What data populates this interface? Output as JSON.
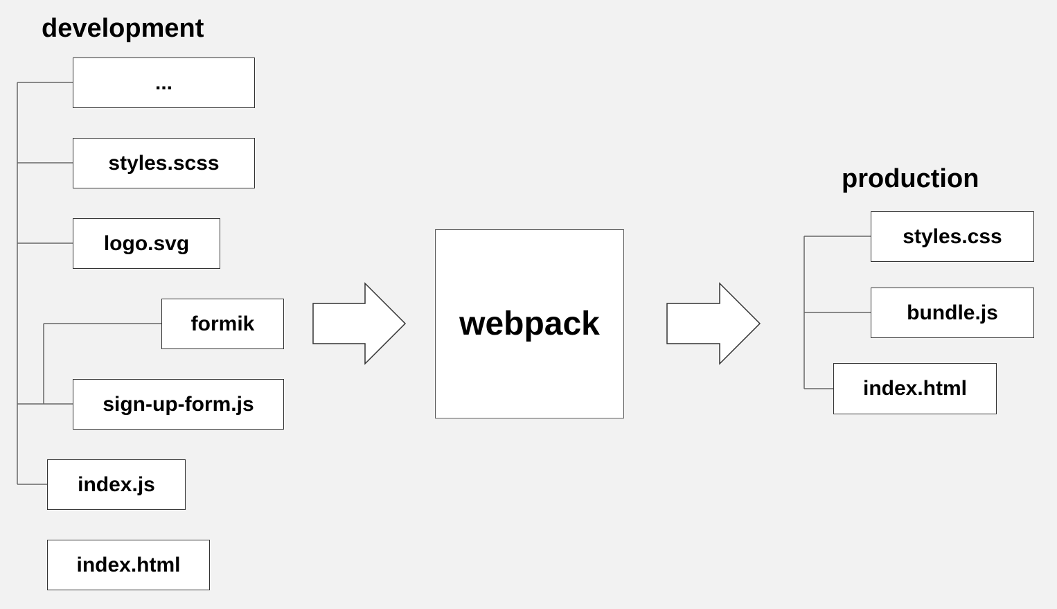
{
  "development": {
    "title": "development",
    "files": {
      "ellipsis": "...",
      "styles": "styles.scss",
      "logo": "logo.svg",
      "formik": "formik",
      "signup": "sign-up-form.js",
      "indexjs": "index.js",
      "indexhtml": "index.html"
    }
  },
  "bundler": {
    "label": "webpack"
  },
  "production": {
    "title": "production",
    "files": {
      "styles": "styles.css",
      "bundle": "bundle.js",
      "indexhtml": "index.html"
    }
  },
  "colors": {
    "background": "#f2f2f2",
    "box_fill": "#ffffff",
    "line": "#555555"
  }
}
